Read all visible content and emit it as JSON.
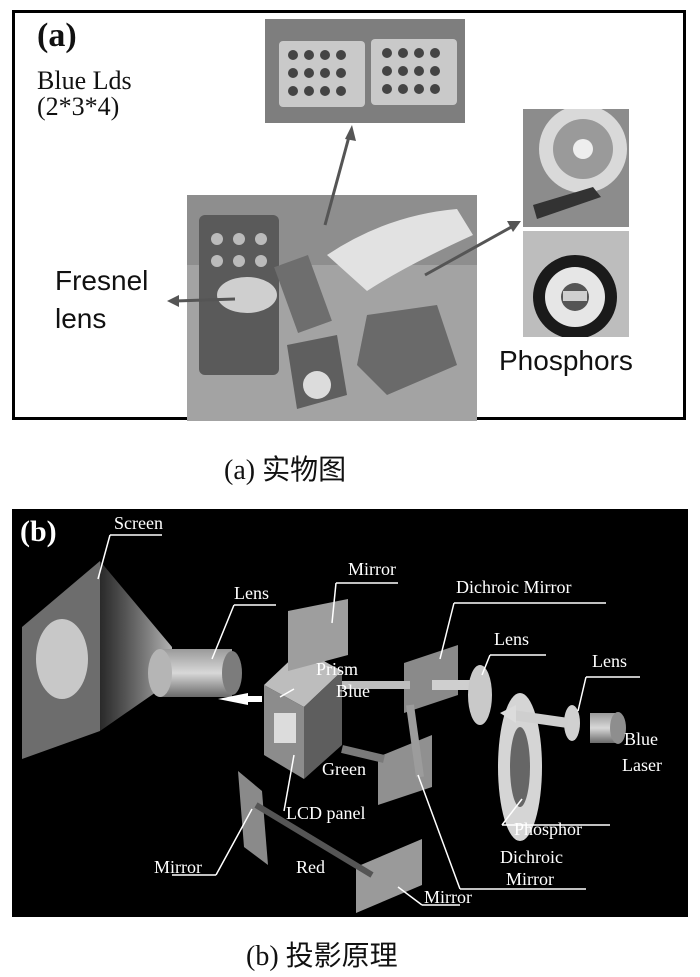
{
  "panel_a": {
    "label": "(a)",
    "blue_lds_line1": "Blue Lds",
    "blue_lds_line2": "(2*3*4)",
    "fresnel_line1": "Fresnel",
    "fresnel_line2": "lens",
    "phosphors": "Phosphors",
    "caption": "(a) 实物图"
  },
  "panel_b": {
    "label": "(b)",
    "labels": {
      "screen": "Screen",
      "lens_main": "Lens",
      "mirror_top": "Mirror",
      "dichroic_top": "Dichroic Mirror",
      "lens_mid": "Lens",
      "lens_right": "Lens",
      "prism": "Prism",
      "blue": "Blue",
      "blue_laser_1": "Blue",
      "blue_laser_2": "Laser",
      "green": "Green",
      "lcd_panel": "LCD panel",
      "phosphor": "Phosphor",
      "dichroic_bottom_1": "Dichroic",
      "dichroic_bottom_2": "Mirror",
      "mirror_left": "Mirror",
      "red": "Red",
      "mirror_bottom": "Mirror"
    },
    "caption": "(b) 投影原理"
  }
}
